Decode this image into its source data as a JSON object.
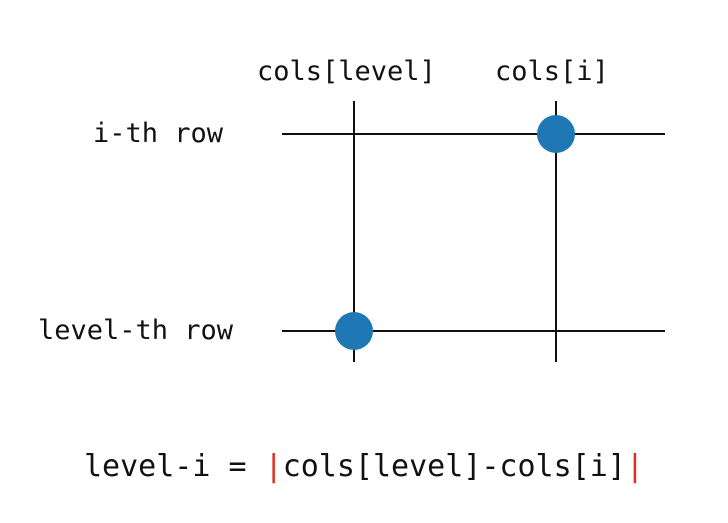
{
  "columns": {
    "left_label": "cols[level]",
    "right_label": "cols[i]"
  },
  "rows": {
    "top_label": "i-th row",
    "bottom_label": "level-th row"
  },
  "formula": {
    "lhs": "level-i = ",
    "open_bar": "|",
    "expression": "cols[level]-cols[i]",
    "close_bar": "|"
  },
  "colors": {
    "line": "#111111",
    "point": "#1f77b4",
    "abs_bar": "#e0301e"
  }
}
